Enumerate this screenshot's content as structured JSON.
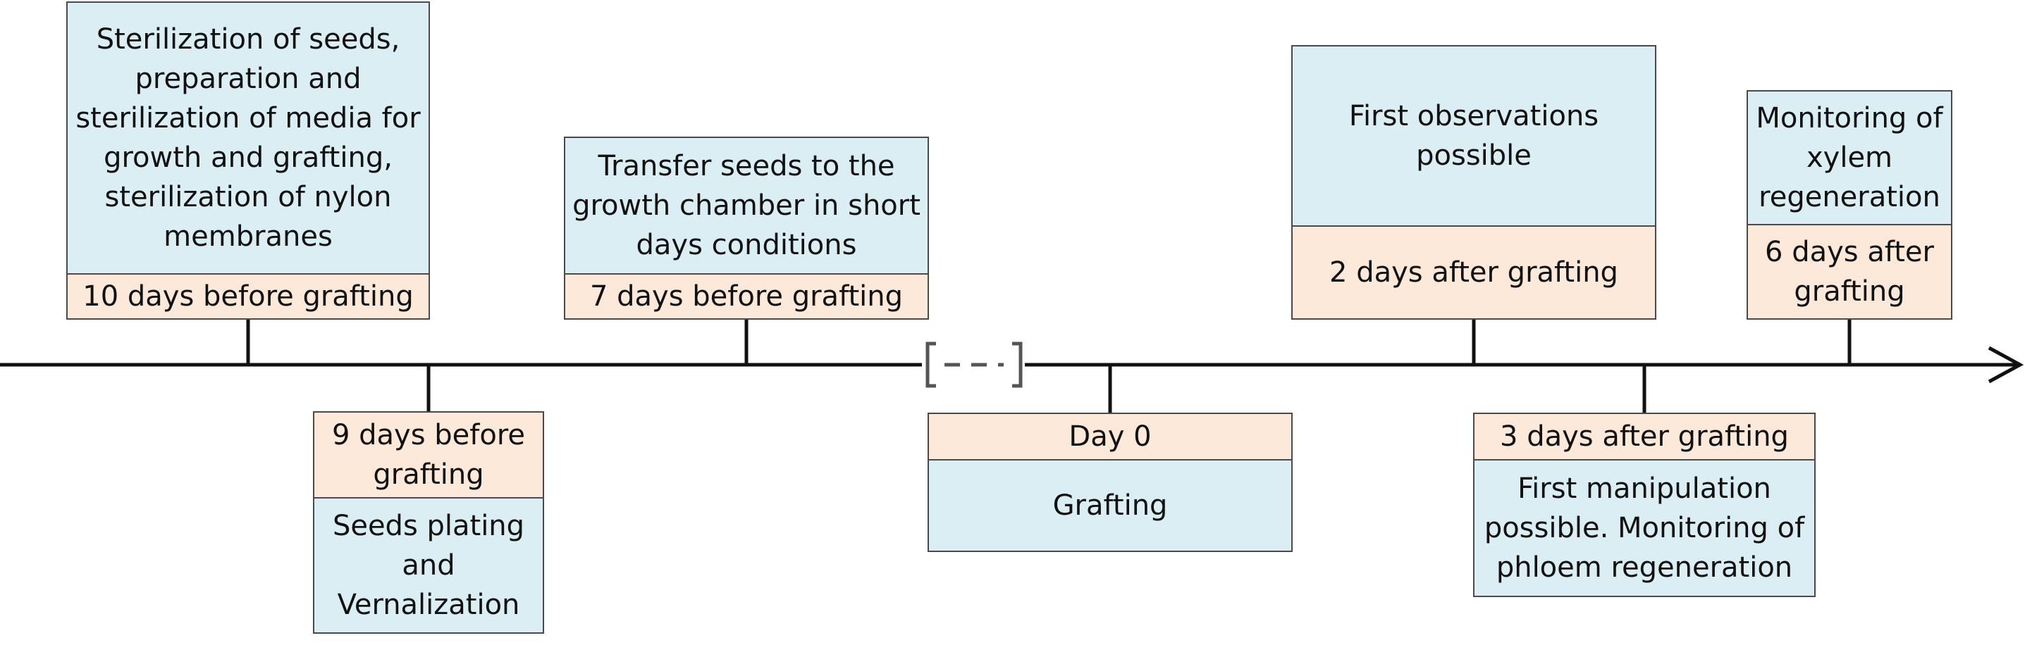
{
  "events": [
    {
      "id": "day-minus-10",
      "position": "above",
      "date_label": "10 days before grafting",
      "description": "Sterilization of seeds, preparation and sterilization of media for growth and grafting, sterilization of nylon membranes"
    },
    {
      "id": "day-minus-9",
      "position": "below",
      "date_label": "9 days before grafting",
      "description": "Seeds plating and Vernalization"
    },
    {
      "id": "day-minus-7",
      "position": "above",
      "date_label": "7 days before grafting",
      "description": "Transfer seeds to the growth chamber in short days conditions"
    },
    {
      "id": "day-0",
      "position": "below",
      "date_label": "Day 0",
      "description": "Grafting"
    },
    {
      "id": "day-plus-2",
      "position": "above",
      "date_label": "2 days after grafting",
      "description": "First observations possible"
    },
    {
      "id": "day-plus-3",
      "position": "below",
      "date_label": "3 days after grafting",
      "description": "First manipulation possible. Monitoring of phloem regeneration"
    },
    {
      "id": "day-plus-6",
      "position": "above",
      "date_label": "6 days after grafting",
      "description": "Monitoring of xylem regeneration"
    }
  ],
  "colors": {
    "description_fill": "#daeef3",
    "date_fill": "#fde9d9",
    "border": "#4a4a4a",
    "axis": "#111111",
    "time_break": "#555555"
  }
}
